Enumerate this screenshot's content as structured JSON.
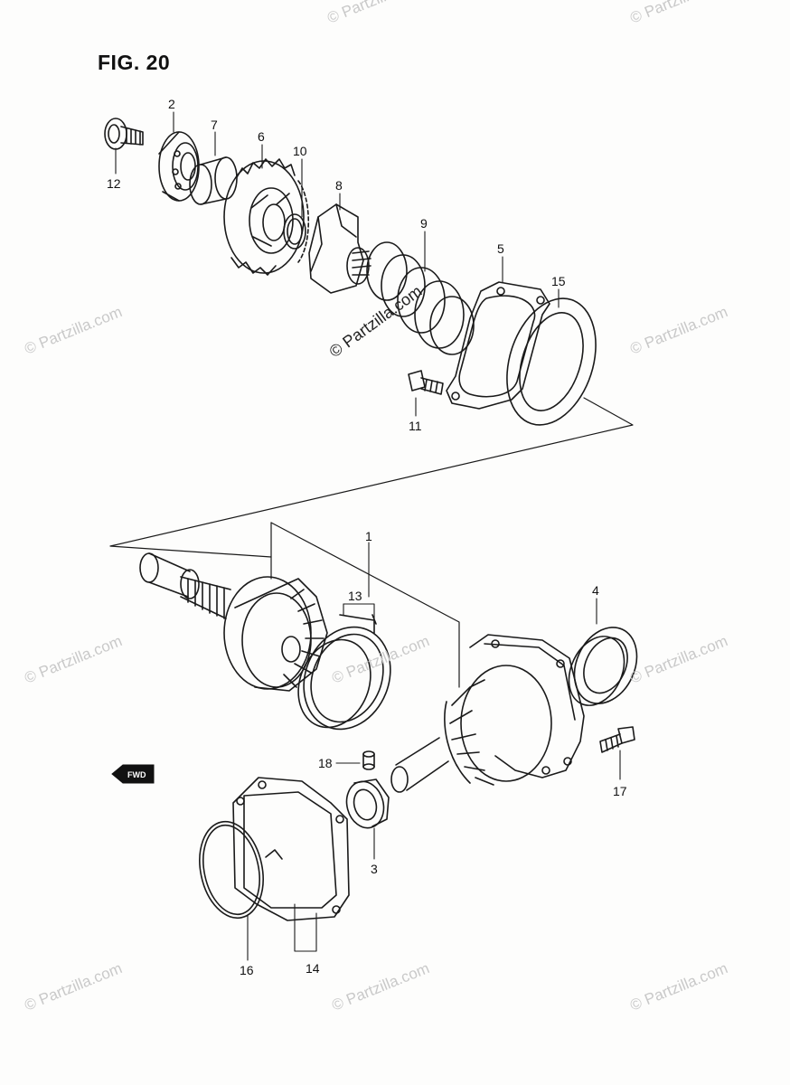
{
  "figure": {
    "title": "FIG. 20"
  },
  "watermark": "© Partzilla.com",
  "fwd_label": "FWD",
  "callouts": [
    {
      "id": "c1",
      "label": "1"
    },
    {
      "id": "c2",
      "label": "2"
    },
    {
      "id": "c3",
      "label": "3"
    },
    {
      "id": "c4",
      "label": "4"
    },
    {
      "id": "c5",
      "label": "5"
    },
    {
      "id": "c6",
      "label": "6"
    },
    {
      "id": "c7",
      "label": "7"
    },
    {
      "id": "c8",
      "label": "8"
    },
    {
      "id": "c9",
      "label": "9"
    },
    {
      "id": "c10",
      "label": "10"
    },
    {
      "id": "c11",
      "label": "11"
    },
    {
      "id": "c12",
      "label": "12"
    },
    {
      "id": "c13",
      "label": "13"
    },
    {
      "id": "c14",
      "label": "14"
    },
    {
      "id": "c15",
      "label": "15"
    },
    {
      "id": "c16",
      "label": "16"
    },
    {
      "id": "c17",
      "label": "17"
    },
    {
      "id": "c18",
      "label": "18"
    }
  ]
}
